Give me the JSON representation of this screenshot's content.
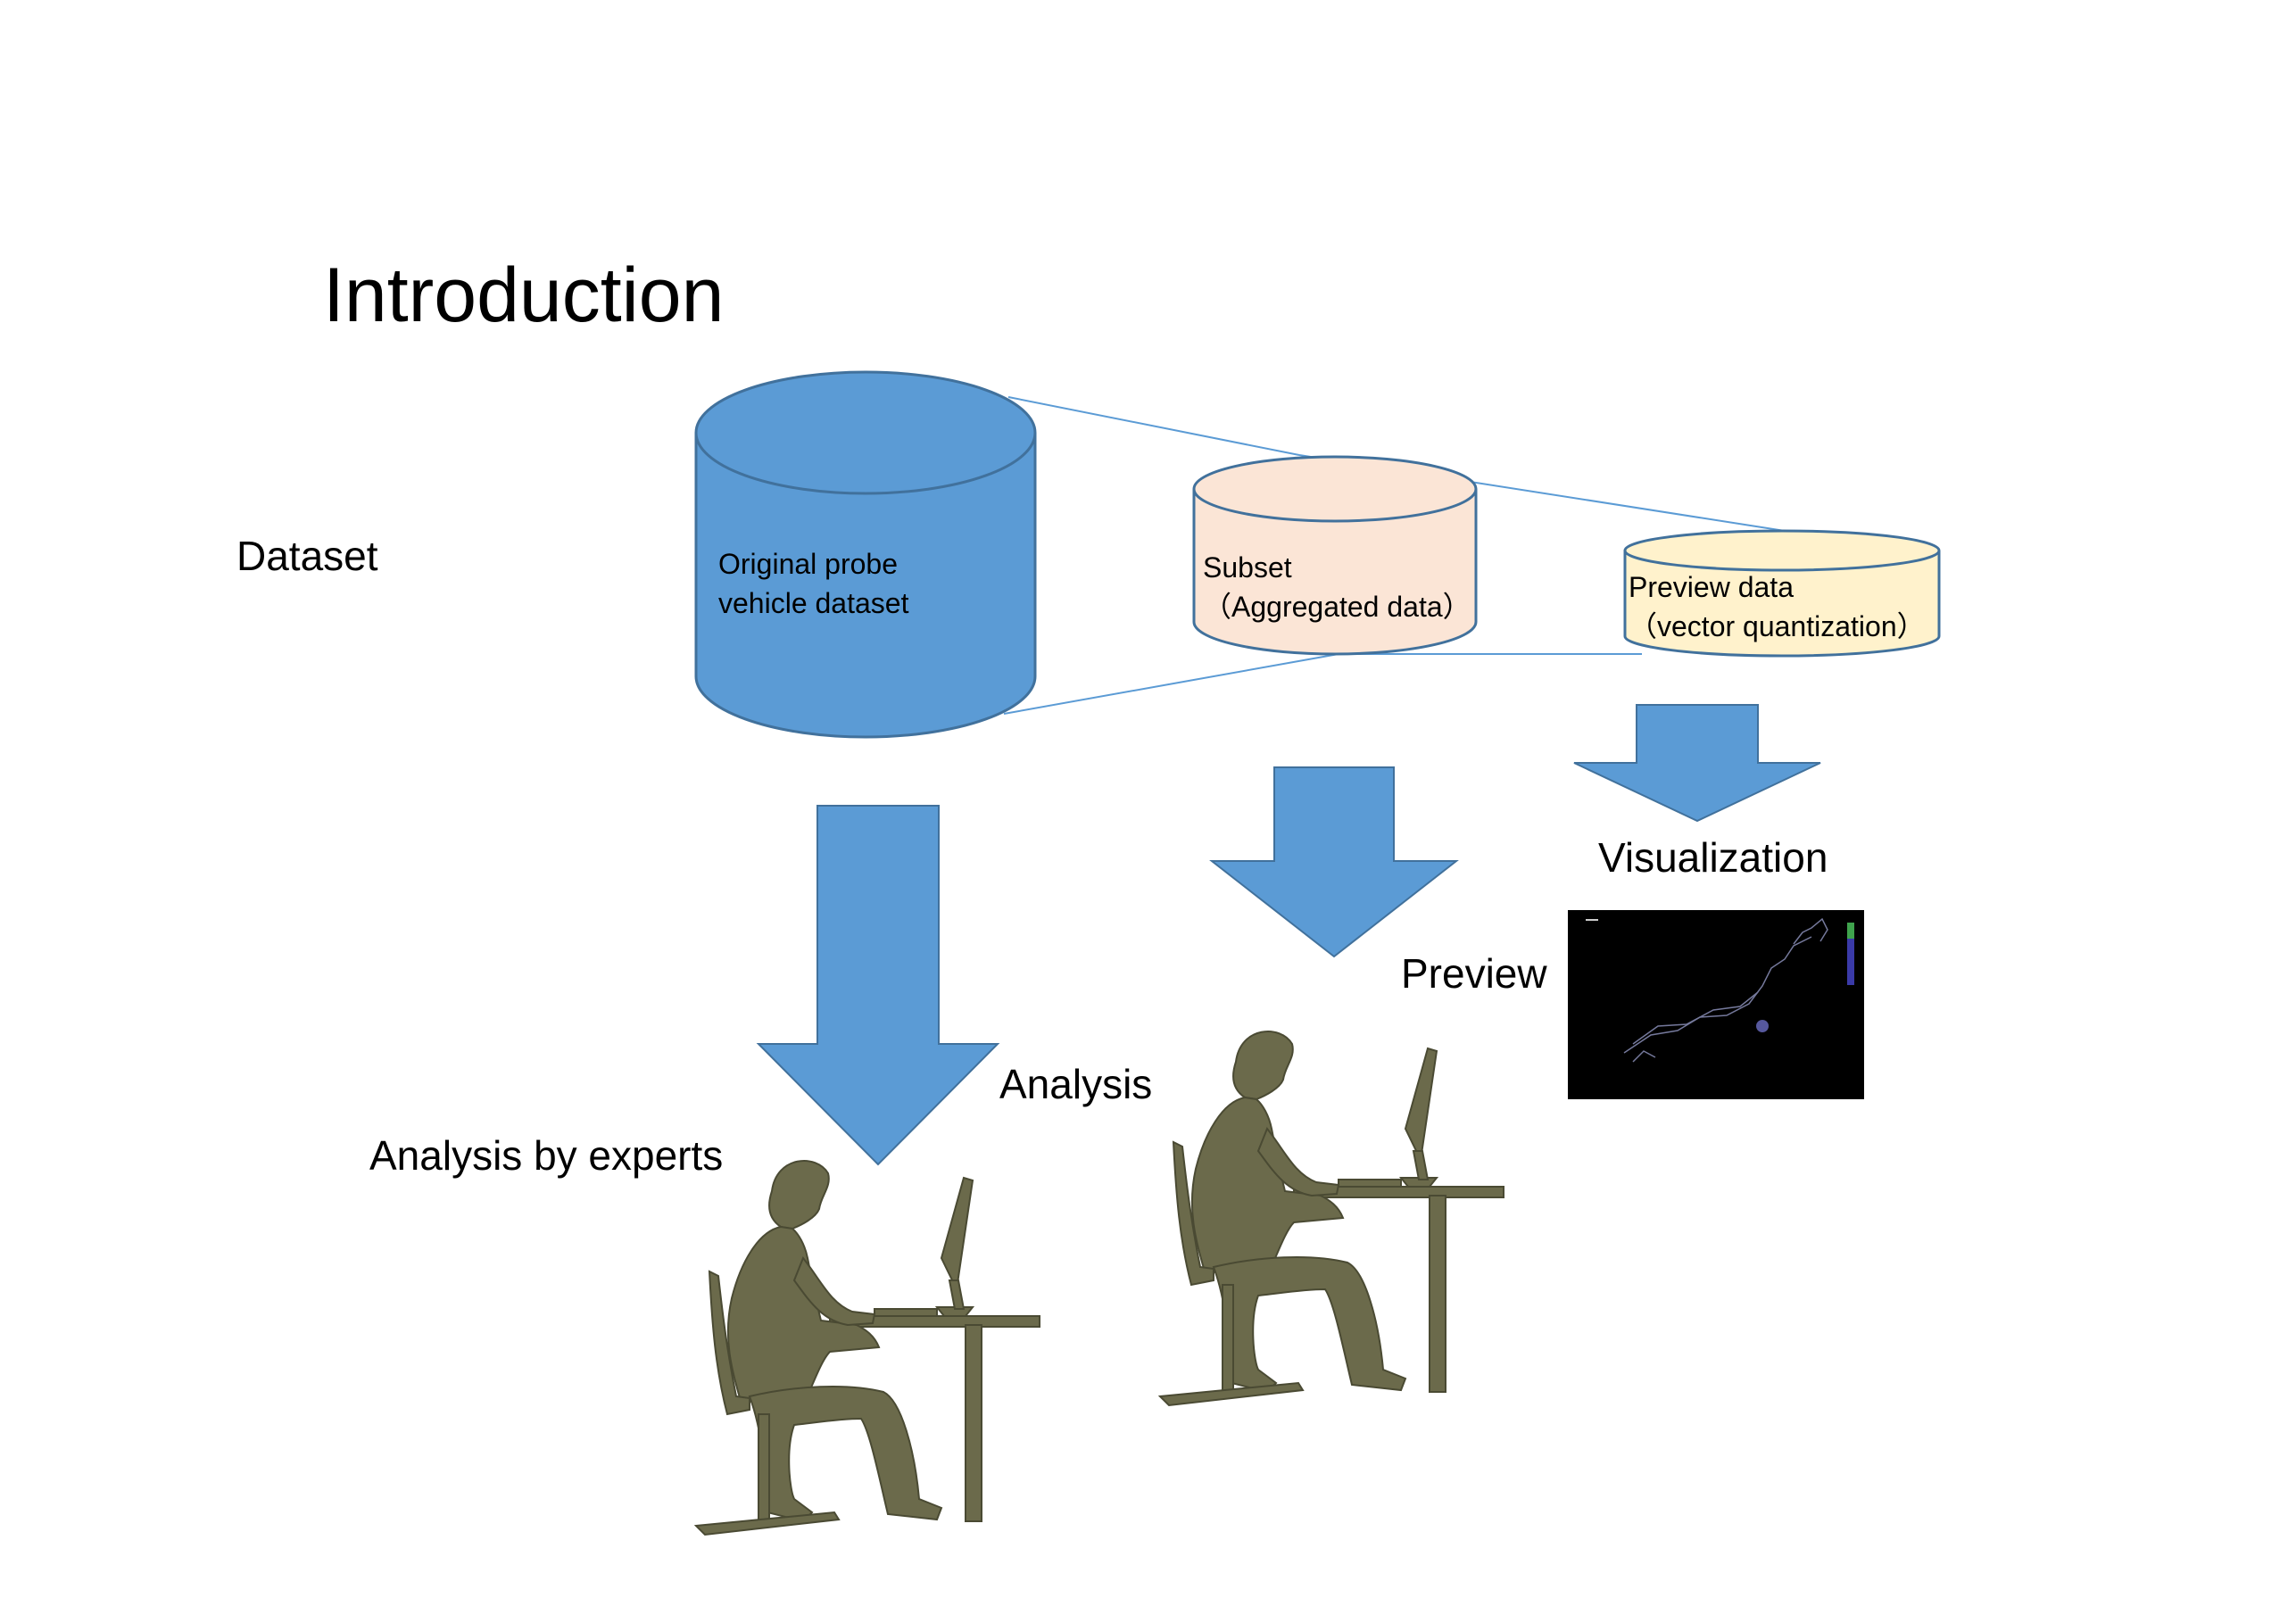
{
  "slide": {
    "title": "Introduction",
    "dataset_label": "Dataset"
  },
  "cylinders": {
    "original": {
      "line1": "Original probe",
      "line2": "vehicle dataset",
      "color": "#5b9bd5",
      "stroke": "#41719c"
    },
    "subset": {
      "line1": "Subset",
      "line2": "（Aggregated data）",
      "color": "#fbe5d6",
      "stroke": "#41719c"
    },
    "preview": {
      "line1": "Preview data",
      "line2": "（vector quantization）",
      "color": "#fff2cc",
      "stroke": "#41719c"
    }
  },
  "labels": {
    "analysis_by_experts": "Analysis by experts",
    "analysis": "Analysis",
    "preview": "Preview",
    "visualization": "Visualization"
  },
  "colors": {
    "arrow": "#5b9bd5",
    "arrow_stroke": "#41719c",
    "person": "#6b6a4b",
    "connector": "#5b9bd5",
    "thumbnail_bg": "#000000"
  }
}
